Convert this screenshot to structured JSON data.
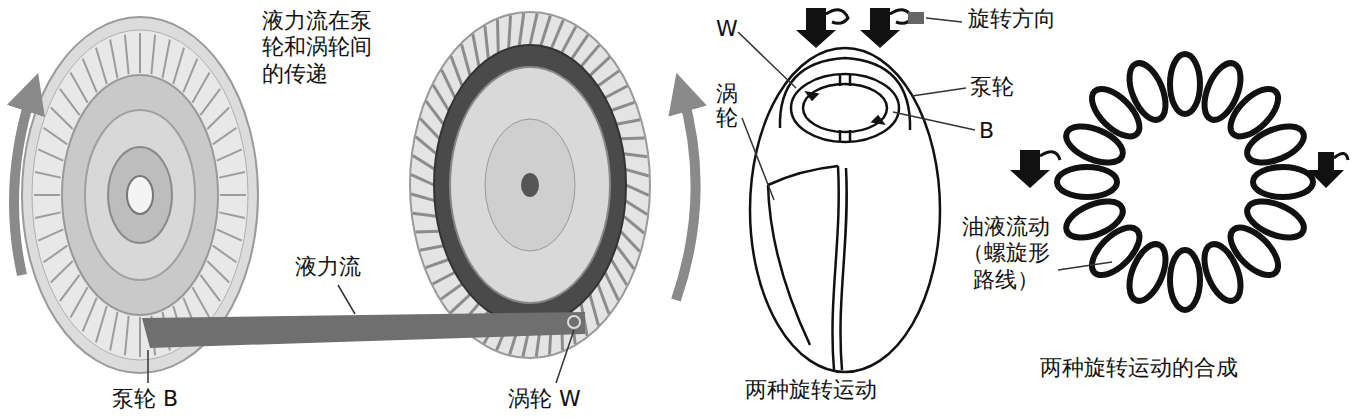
{
  "diagram": {
    "labels": [
      "液力流在泵 轮和涡轮间 的传递",
      "旋转方向",
      "W",
      "泵轮",
      "涡轮",
      "B",
      "液力流",
      "油液流动 （螺旋形 路线）",
      "泵轮 B",
      "涡轮 W",
      "两种旋转运动",
      "两种旋转运动的合成"
    ]
  }
}
